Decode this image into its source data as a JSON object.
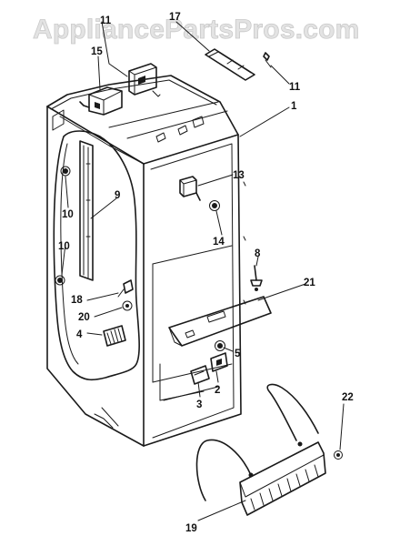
{
  "watermark": "AppliancePartsPros.com",
  "callouts": {
    "c1": "1",
    "c2": "2",
    "c3": "3",
    "c4": "4",
    "c5": "5",
    "c8": "8",
    "c9": "9",
    "c10a": "10",
    "c10b": "10",
    "c11a": "11",
    "c11b": "11",
    "c13": "13",
    "c14": "14",
    "c15": "15",
    "c17": "17",
    "c18": "18",
    "c19": "19",
    "c20": "20",
    "c21": "21",
    "c22": "22"
  }
}
